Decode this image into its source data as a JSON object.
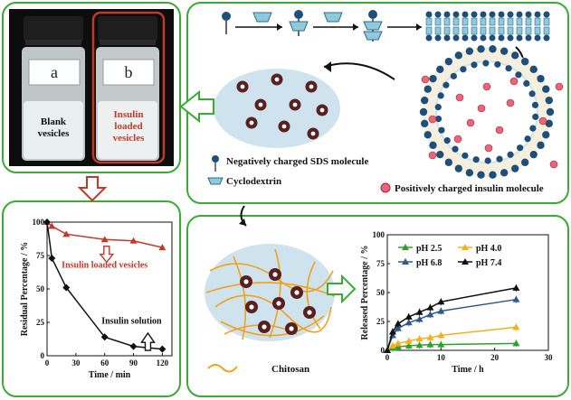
{
  "photo": {
    "label_a": "a",
    "label_b": "b",
    "blank_caption": [
      "Blank",
      "vesicles"
    ],
    "loaded_caption": [
      "Insulin",
      "loaded",
      "vesicles"
    ]
  },
  "scheme": {
    "legend": {
      "sds": "Negatively charged SDS molecule",
      "cyclodextrin": "Cyclodextrin",
      "insulin": "Positively charged insulin molecule"
    },
    "chitosan_label": "Chitosan"
  },
  "colors": {
    "panel_border": "#3aaa35",
    "arrow_green": "#3aaa35",
    "arrow_red": "#c0392b",
    "sds_head": "#1f4e79",
    "insulin": "#e8667a",
    "chitosan": "#f0a21a",
    "vesicle_fill": "#cfe3ee"
  },
  "chart_data": [
    {
      "type": "line",
      "xlabel": "Time / min",
      "ylabel": "Residual Percentage / %",
      "xlim": [
        0,
        130
      ],
      "ylim": [
        0,
        100
      ],
      "xticks": [
        0,
        30,
        60,
        90,
        120
      ],
      "yticks": [
        0,
        25,
        50,
        75,
        100
      ],
      "series": [
        {
          "name": "Insulin loaded vesicles",
          "color": "#c0392b",
          "marker": "triangle",
          "x": [
            0,
            5,
            20,
            60,
            90,
            120
          ],
          "y": [
            100,
            97,
            91,
            87,
            86,
            81
          ]
        },
        {
          "name": "Insulin solution",
          "color": "#111111",
          "marker": "diamond",
          "x": [
            0,
            5,
            20,
            60,
            90,
            120
          ],
          "y": [
            100,
            73,
            51,
            14,
            7,
            5
          ]
        }
      ]
    },
    {
      "type": "line",
      "xlabel": "Time / h",
      "ylabel": "Released Percentage / %",
      "xlim": [
        0,
        30
      ],
      "ylim": [
        0,
        100
      ],
      "xticks": [
        0,
        10,
        20,
        30
      ],
      "yticks": [
        0,
        25,
        50,
        75,
        100
      ],
      "legend_position": "top",
      "series": [
        {
          "name": "pH 2.5",
          "color": "#2ca02c",
          "x": [
            0,
            1,
            2,
            4,
            6,
            8,
            10,
            24
          ],
          "y": [
            0,
            2,
            3,
            4,
            4.5,
            5,
            5,
            6
          ]
        },
        {
          "name": "pH 4.0",
          "color": "#f2b01e",
          "x": [
            0,
            1,
            2,
            4,
            6,
            8,
            10,
            24
          ],
          "y": [
            0,
            4,
            6,
            8,
            10,
            11,
            13,
            20
          ]
        },
        {
          "name": "pH 6.8",
          "color": "#2e5a8a",
          "x": [
            0,
            1,
            2,
            4,
            6,
            8,
            10,
            24
          ],
          "y": [
            0,
            13,
            19,
            24,
            27,
            31,
            34,
            44
          ]
        },
        {
          "name": "pH 7.4",
          "color": "#111111",
          "x": [
            0,
            1,
            2,
            4,
            6,
            8,
            10,
            24
          ],
          "y": [
            0,
            16,
            23,
            29,
            33,
            37,
            42,
            54
          ]
        }
      ]
    }
  ]
}
